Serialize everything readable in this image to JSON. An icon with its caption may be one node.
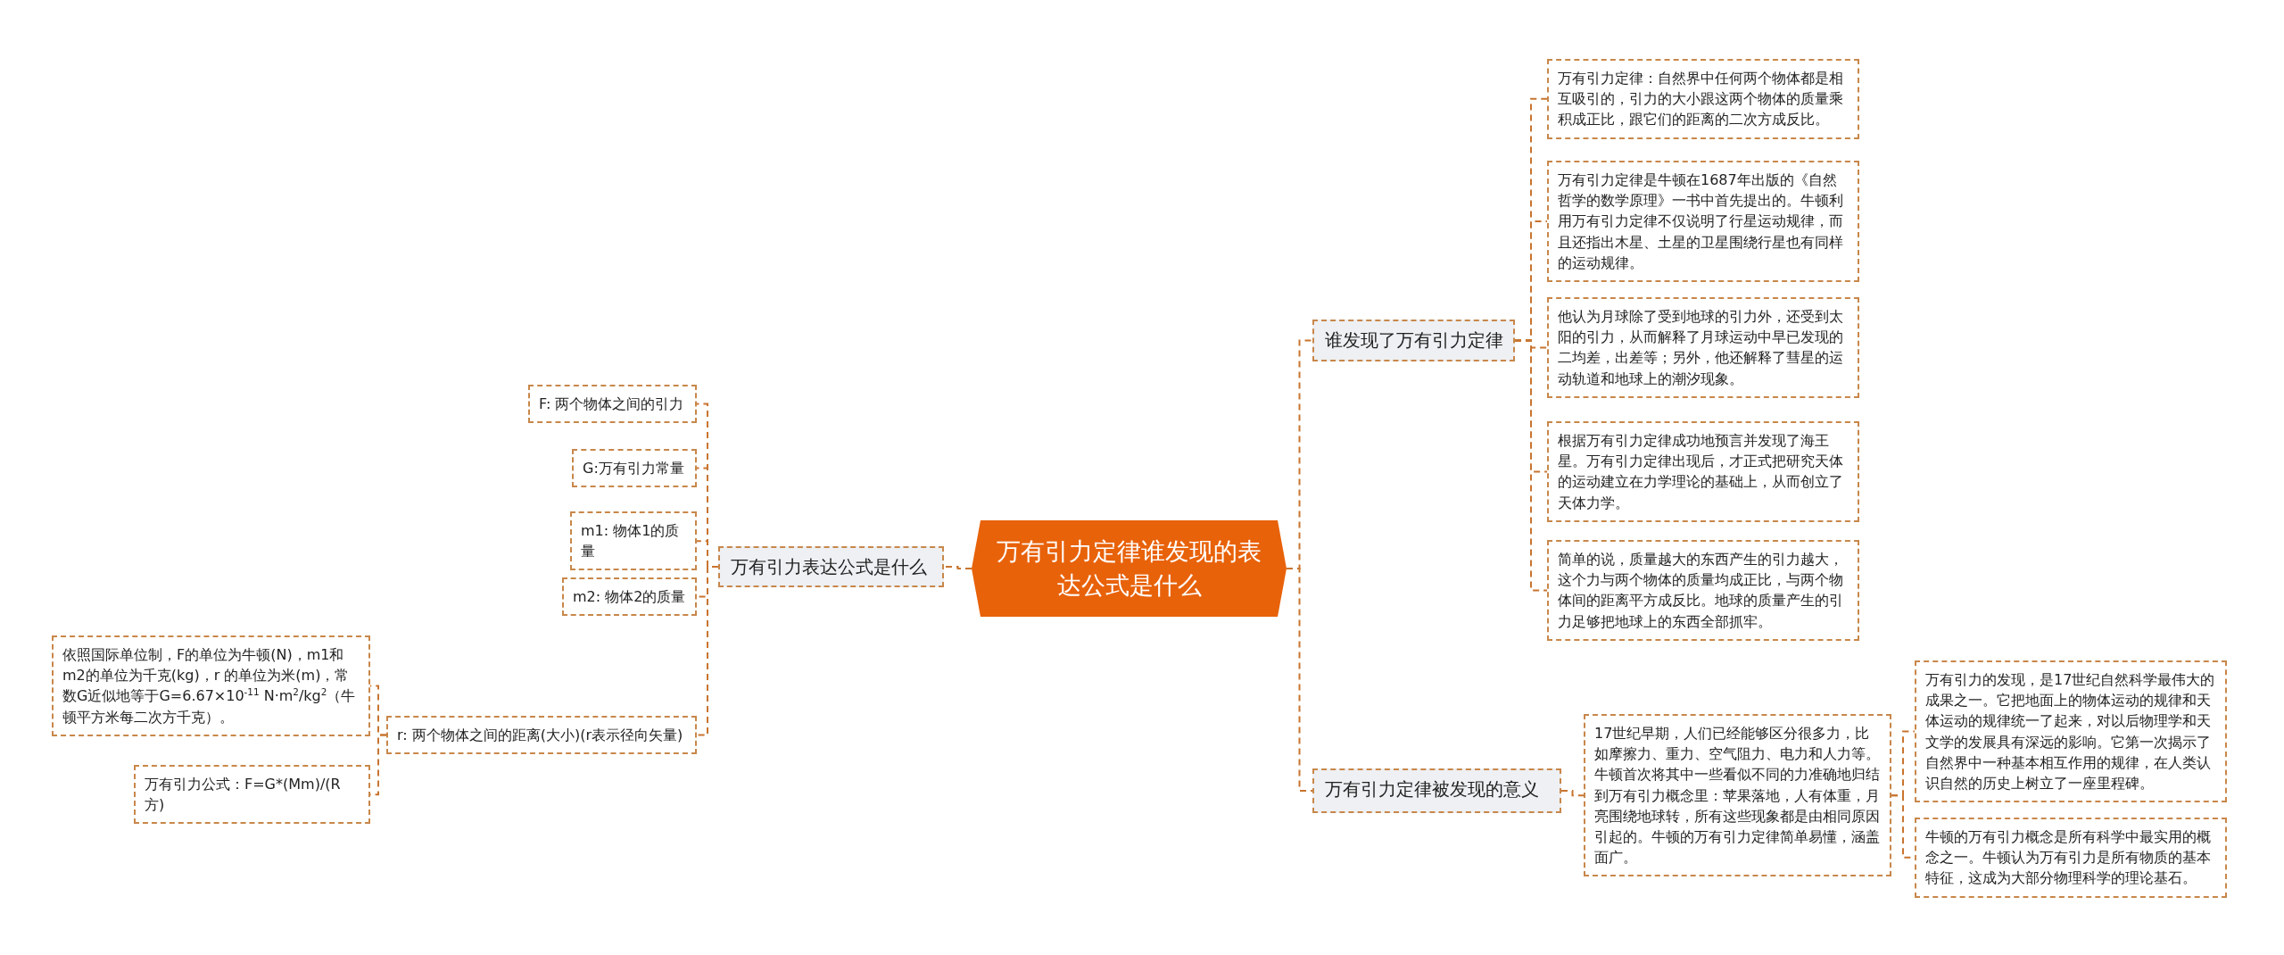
{
  "diagram": {
    "nodes": [
      {
        "text": [
          "万有引力定律谁发现的表达公式是什么"
        ]
      },
      {
        "text": [
          "万有引力表达公式是什么"
        ]
      },
      {
        "text": [
          "F: 两个物体之间的引力"
        ]
      },
      {
        "text": [
          "G:万有引力常量"
        ]
      },
      {
        "text": [
          "m1: 物体1的质量"
        ]
      },
      {
        "text": [
          "m2: 物体2的质量"
        ]
      },
      {
        "text": [
          "r: 两个物体之间的距离(大小)(r表示径向矢量)"
        ]
      },
      {
        "text": [
          "依照国际单位制，F的单位为牛顿(N)，m1和m2的单位为千克(kg)，r 的单位为米(m)，常数G近似地等于G=6.67×10$^{-11}$ N·m$^{2}$/kg$^{2}$（牛顿平方米每二次方千克）。"
        ]
      },
      {
        "text": [
          "万有引力公式：F=G*(Mm)/(R方)"
        ]
      },
      {
        "text": [
          "谁发现了万有引力定律"
        ]
      },
      {
        "text": [
          "万有引力定律：自然界中任何两个物体都是相互吸引的，引力的大小跟这两个物体的质量乘积成正比，跟它们的距离的二次方成反比。"
        ]
      },
      {
        "text": [
          "万有引力定律是牛顿在1687年出版的《自然哲学的数学原理》一书中首先提出的。牛顿利用万有引力定律不仅说明了行星运动规律，而且还指出木星、土星的卫星围绕行星也有同样的运动规律。"
        ]
      },
      {
        "text": [
          "他认为月球除了受到地球的引力外，还受到太阳的引力，从而解释了月球运动中早已发现的二均差，出差等；另外，他还解释了彗星的运动轨道和地球上的潮汐现象。"
        ]
      },
      {
        "text": [
          "根据万有引力定律成功地预言并发现了海王星。万有引力定律出现后，才正式把研究天体的运动建立在力学理论的基础上，从而创立了天体力学。"
        ]
      },
      {
        "text": [
          "简单的说，质量越大的东西产生的引力越大，这个力与两个物体的质量均成正比，与两个物体间的距离平方成反比。地球的质量产生的引力足够把地球上的东西全部抓牢。"
        ]
      },
      {
        "text": [
          "万有引力定律被发现的意义"
        ]
      },
      {
        "text": [
          "17世纪早期，人们已经能够区分很多力，比如摩擦力、重力、空气阻力、电力和人力等。牛顿首次将其中一些看似不同的力准确地归结到万有引力概念里：苹果落地，人有体重，月亮围绕地球转，所有这些现象都是由相同原因引起的。牛顿的万有引力定律简单易懂，涵盖面广。"
        ]
      },
      {
        "text": [
          "万有引力的发现，是17世纪自然科学最伟大的成果之一。它把地面上的物体运动的规律和天体运动的规律统一了起来，对以后物理学和天文学的发展具有深远的影响。它第一次揭示了自然界中一种基本相互作用的规律，在人类认识自然的历史上树立了一座里程碑。"
        ]
      },
      {
        "text": [
          "牛顿的万有引力概念是所有科学中最实用的概念之一。牛顿认为万有引力是所有物质的基本特征，这成为大部分物理科学的理论基石。"
        ]
      }
    ],
    "edges": [
      {
        "from": 0,
        "to": 1,
        "arrow": "none",
        "style": "dashed"
      },
      {
        "from": 1,
        "to": 2,
        "arrow": "none",
        "style": "dashed"
      },
      {
        "from": 1,
        "to": 3,
        "arrow": "none",
        "style": "dashed"
      },
      {
        "from": 1,
        "to": 4,
        "arrow": "none",
        "style": "dashed"
      },
      {
        "from": 1,
        "to": 5,
        "arrow": "none",
        "style": "dashed"
      },
      {
        "from": 1,
        "to": 6,
        "arrow": "none",
        "style": "dashed"
      },
      {
        "from": 6,
        "to": 7,
        "arrow": "none",
        "style": "dashed"
      },
      {
        "from": 6,
        "to": 8,
        "arrow": "none",
        "style": "dashed"
      },
      {
        "from": 0,
        "to": 9,
        "arrow": "none",
        "style": "dashed"
      },
      {
        "from": 9,
        "to": 10,
        "arrow": "none",
        "style": "dashed"
      },
      {
        "from": 9,
        "to": 11,
        "arrow": "none",
        "style": "dashed"
      },
      {
        "from": 9,
        "to": 12,
        "arrow": "none",
        "style": "dashed"
      },
      {
        "from": 9,
        "to": 13,
        "arrow": "none",
        "style": "dashed"
      },
      {
        "from": 9,
        "to": 14,
        "arrow": "none",
        "style": "dashed"
      },
      {
        "from": 0,
        "to": 15,
        "arrow": "none",
        "style": "dashed"
      },
      {
        "from": 15,
        "to": 16,
        "arrow": "none",
        "style": "dashed"
      },
      {
        "from": 16,
        "to": 17,
        "arrow": "none",
        "style": "dashed"
      },
      {
        "from": 16,
        "to": 18,
        "arrow": "none",
        "style": "dashed"
      }
    ]
  }
}
